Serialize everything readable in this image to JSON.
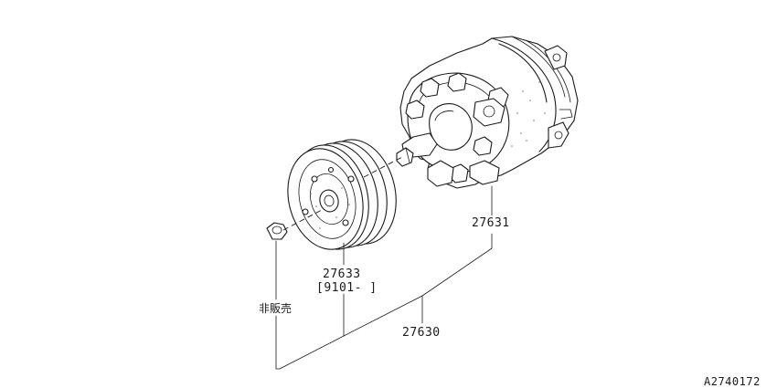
{
  "diagram": {
    "parts": [
      {
        "key": "compressor",
        "label": "27631"
      },
      {
        "key": "clutch",
        "label": "27633",
        "sub": "[9101- ]"
      },
      {
        "key": "assembly",
        "label": "27630"
      },
      {
        "key": "nut",
        "label": "非販売"
      }
    ],
    "figure_id": "A2740172"
  }
}
